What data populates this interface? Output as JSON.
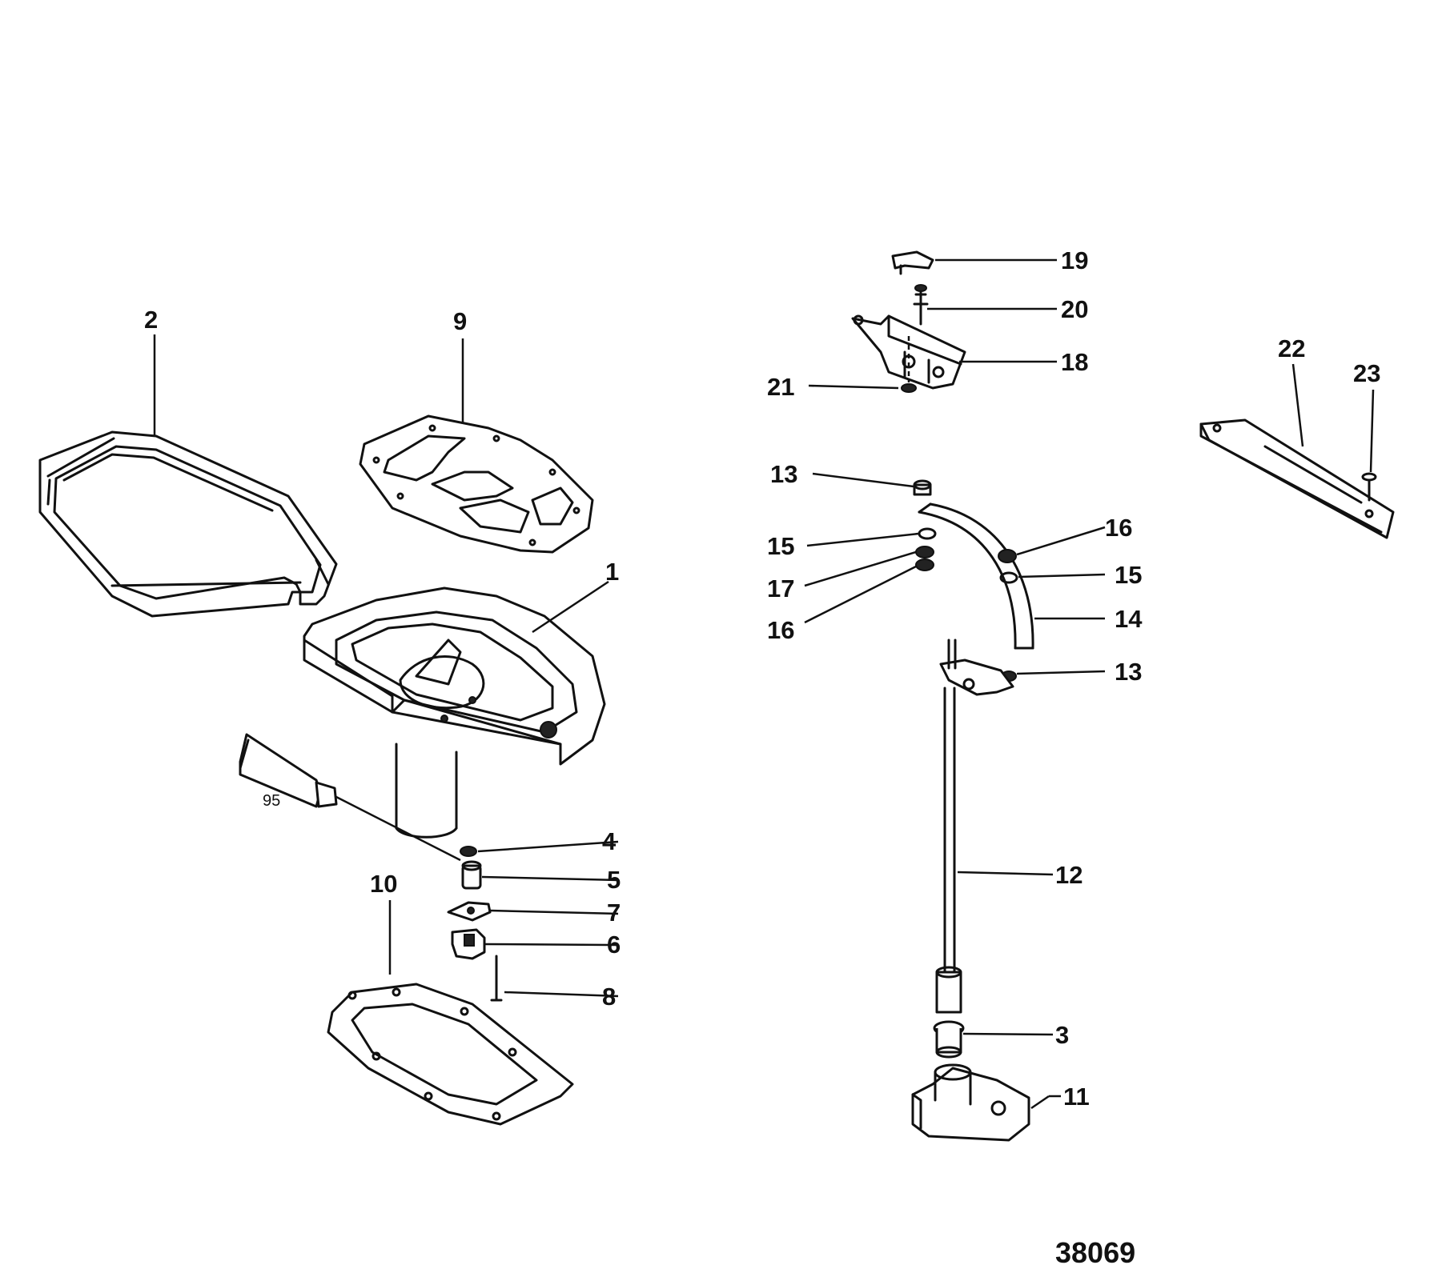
{
  "diagram": {
    "figure_number": "38069",
    "tube_label": "95",
    "callouts": {
      "c1": "1",
      "c2": "2",
      "c3": "3",
      "c4": "4",
      "c5": "5",
      "c6": "6",
      "c7": "7",
      "c8": "8",
      "c9": "9",
      "c10": "10",
      "c11": "11",
      "c12": "12",
      "c13a": "13",
      "c13b": "13",
      "c14": "14",
      "c15a": "15",
      "c15b": "15",
      "c16a": "16",
      "c16b": "16",
      "c17": "17",
      "c18": "18",
      "c19": "19",
      "c20": "20",
      "c21": "21",
      "c22": "22",
      "c23": "23"
    }
  }
}
